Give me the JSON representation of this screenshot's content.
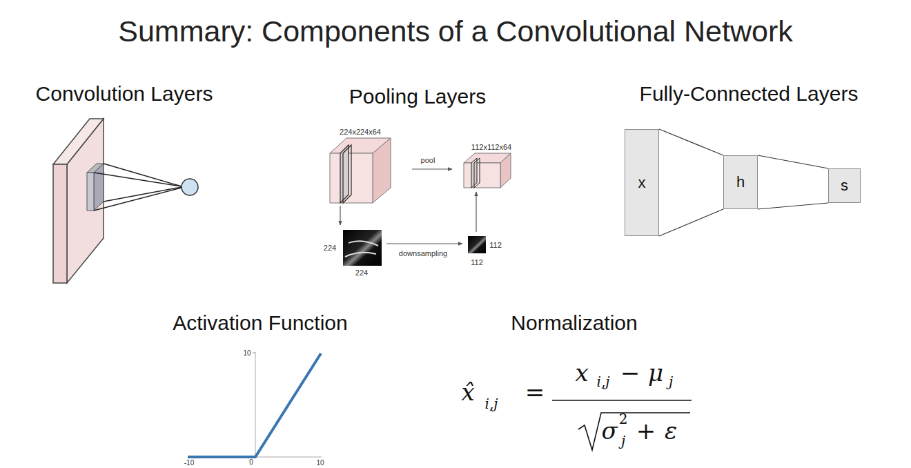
{
  "diagram": {
    "title": "Summary: Components of a Convolutional Network",
    "nodes": [
      {
        "text": [
          "x"
        ]
      },
      {
        "text": [
          "h"
        ]
      },
      {
        "text": [
          "s"
        ]
      }
    ],
    "edges": [
      {
        "from": 0,
        "to": 1,
        "arrow": "none"
      },
      {
        "from": 1,
        "to": 2,
        "arrow": "none"
      }
    ],
    "labels": [
      "Convolution Layers",
      "Pooling Layers",
      "Fully-Connected Layers",
      "Activation Function",
      "Normalization",
      "224x224x64",
      "pool",
      "112x112x64",
      "224",
      "224",
      "downsampling",
      "112",
      "112",
      "10",
      "-10",
      "0",
      "10",
      "x̂",
      "i,j",
      "=",
      "x",
      "i,j",
      "−",
      "μ",
      "j",
      "σ",
      "j",
      "2",
      "+",
      "ε"
    ]
  }
}
